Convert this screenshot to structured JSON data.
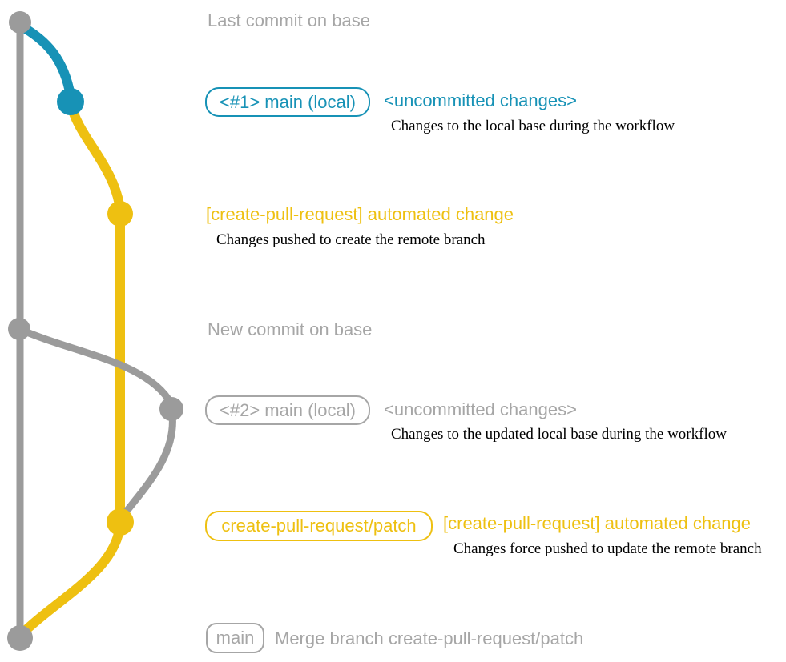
{
  "colors": {
    "color-gray": "#9b9b9b",
    "color-gray-text": "#a6a6a6",
    "color-blue": "#1792b6",
    "color-yellow": "#eec011",
    "color-black": "#000000"
  },
  "graph": {
    "nodes": [
      {
        "name": "last-commit-on-base",
        "color": "gray"
      },
      {
        "name": "local-main-commit-1",
        "color": "blue"
      },
      {
        "name": "automated-change-commit-1",
        "color": "yellow"
      },
      {
        "name": "new-commit-on-base",
        "color": "gray"
      },
      {
        "name": "local-main-commit-2",
        "color": "gray"
      },
      {
        "name": "automated-change-commit-2",
        "color": "yellow"
      },
      {
        "name": "merge-commit",
        "color": "gray"
      }
    ]
  },
  "annotations": {
    "last_commit_label": "Last commit on base",
    "section1": {
      "badge": "<#1> main (local)",
      "heading": "<uncommitted changes>",
      "description": "Changes to the local base during the workflow"
    },
    "section2": {
      "heading": "[create-pull-request] automated change",
      "description": "Changes pushed to create the remote branch"
    },
    "new_commit_label": "New commit on base",
    "section3": {
      "badge": "<#2> main (local)",
      "heading": "<uncommitted changes>",
      "description": "Changes to the updated local base during the workflow"
    },
    "section4": {
      "badge": "create-pull-request/patch",
      "heading": "[create-pull-request] automated change",
      "description": "Changes force pushed to update the remote branch"
    },
    "section5": {
      "badge": "main",
      "label": "Merge branch create-pull-request/patch"
    }
  }
}
